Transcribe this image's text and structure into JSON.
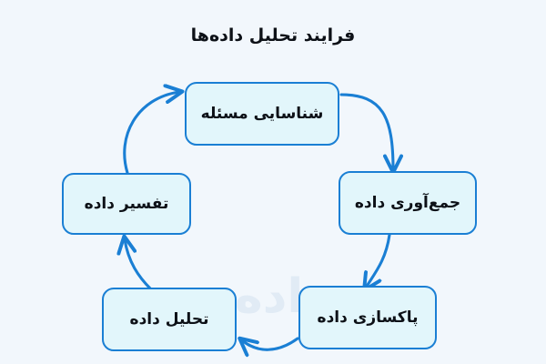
{
  "diagram": {
    "title": "فرایند تحلیل داده‌ها",
    "type": "cycle-flowchart",
    "direction": "rtl",
    "background_color": "#f2f7fc",
    "node_fill_color": "#e2f6fb",
    "node_border_color": "#1a7fd4",
    "arrow_color": "#1a7fd4",
    "text_color": "#0d1117",
    "watermark_text": "داده",
    "nodes": [
      {
        "id": "problem",
        "label": "شناسایی مسئله",
        "position": "top"
      },
      {
        "id": "collect",
        "label": "جمع‌آوری داده",
        "position": "right"
      },
      {
        "id": "clean",
        "label": "پاکسازی داده",
        "position": "bottom-right"
      },
      {
        "id": "analyze",
        "label": "تحلیل داده",
        "position": "bottom-left"
      },
      {
        "id": "interpret",
        "label": "تفسیر داده",
        "position": "left"
      }
    ],
    "edges": [
      {
        "from": "problem",
        "to": "collect",
        "label": ""
      },
      {
        "from": "collect",
        "to": "clean",
        "label": ""
      },
      {
        "from": "clean",
        "to": "analyze",
        "label": ""
      },
      {
        "from": "analyze",
        "to": "interpret",
        "label": ""
      },
      {
        "from": "interpret",
        "to": "problem",
        "label": ""
      }
    ]
  }
}
